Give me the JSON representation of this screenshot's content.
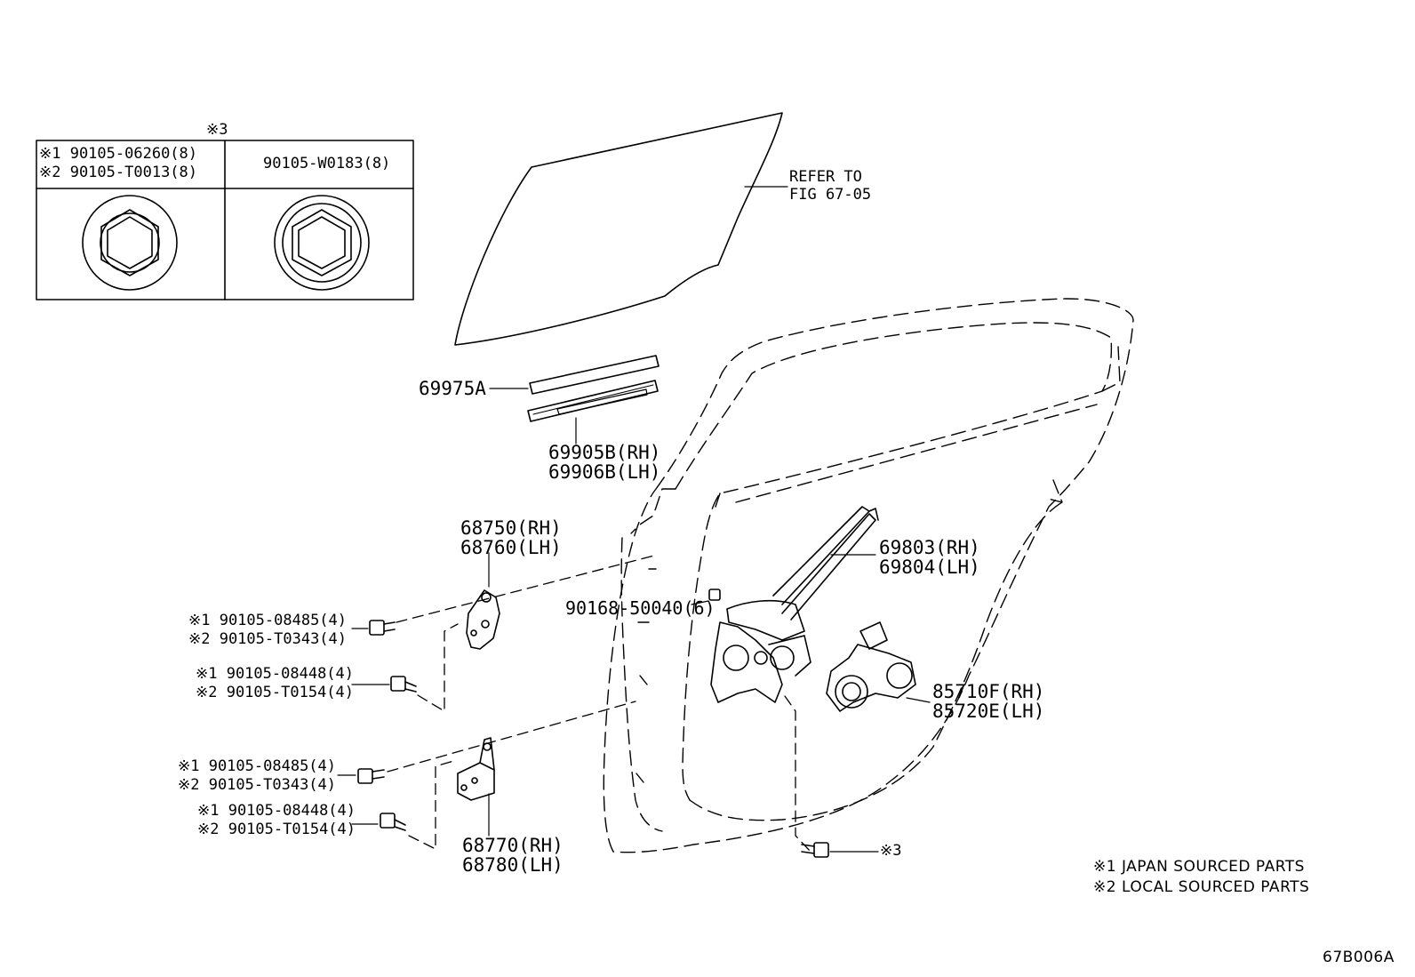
{
  "table": {
    "header_mark": "※3",
    "left_line1": "※1 90105-06260(8)",
    "left_line2": "※2 90105-T0013(8)",
    "right_line": "90105-W0183(8)"
  },
  "glass": {
    "refer_line1": "REFER TO",
    "refer_line2": "FIG 67-05"
  },
  "parts": {
    "p69975A": "69975A",
    "p69905B": "69905B(RH)",
    "p69906B": "69906B(LH)",
    "p68750": "68750(RH)",
    "p68760": "68760(LH)",
    "p69803": "69803(RH)",
    "p69804": "69804(LH)",
    "p90168": "90168-50040(6)",
    "p85710F": "85710F(RH)",
    "p85720E": "85720E(LH)",
    "p68770": "68770(RH)",
    "p68780": "68780(LH)",
    "upper_bolt_a1": "※1 90105-08485(4)",
    "upper_bolt_a2": "※2 90105-T0343(4)",
    "upper_bolt_b1": "※1 90105-08448(4)",
    "upper_bolt_b2": "※2 90105-T0154(4)",
    "lower_bolt_a1": "※1 90105-08485(4)",
    "lower_bolt_a2": "※2 90105-T0343(4)",
    "lower_bolt_b1": "※1 90105-08448(4)",
    "lower_bolt_b2": "※2 90105-T0154(4)",
    "ref3": "※3"
  },
  "legend": {
    "note1": "※1 JAPAN SOURCED PARTS",
    "note2": "※2 LOCAL SOURCED PARTS"
  },
  "figure_code": "67B006A"
}
